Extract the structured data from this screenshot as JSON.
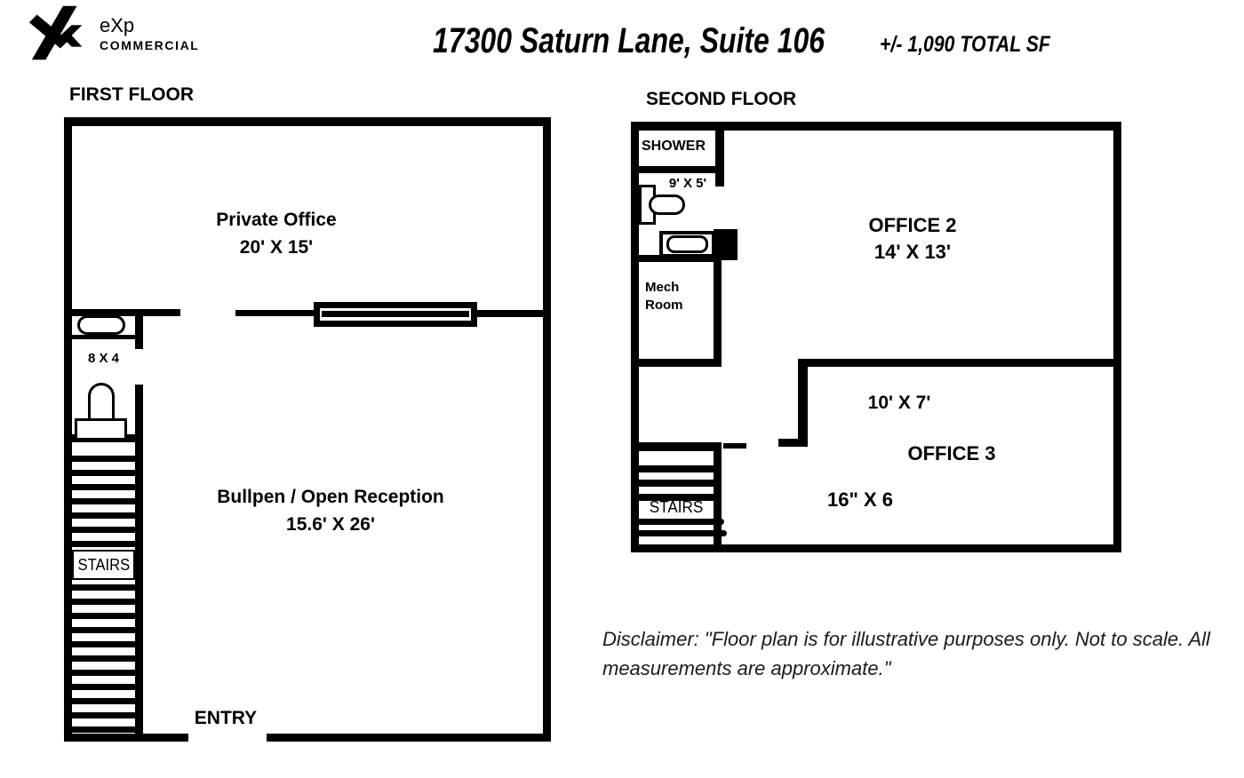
{
  "colors": {
    "ink": "#000000",
    "paper": "#ffffff"
  },
  "header": {
    "logo": {
      "brand": "eXp",
      "division": "COMMERCIAL"
    },
    "title": "17300 Saturn Lane, Suite 106",
    "total_size": "+/- 1,090 TOTAL SF"
  },
  "first_floor": {
    "title": "FIRST FLOOR",
    "private_office": {
      "name": "Private Office",
      "dims": "20' X 15'"
    },
    "restroom": {
      "dims": "8 X 4"
    },
    "bullpen": {
      "name": "Bullpen / Open Reception",
      "dims": "15.6' X 26'"
    },
    "stairs": "STAIRS",
    "entry": "ENTRY"
  },
  "second_floor": {
    "title": "SECOND FLOOR",
    "shower": "SHOWER",
    "restroom": {
      "dims": "9' X 5'"
    },
    "mech_room": {
      "line1": "Mech",
      "line2": "Room"
    },
    "office2": {
      "name": "OFFICE 2",
      "dims": "14' X 13'"
    },
    "nook": {
      "dims": "10' X 7'"
    },
    "office3": {
      "name": "OFFICE 3",
      "dims": "16\" X 6"
    },
    "stairs": "STAIRS"
  },
  "disclaimer": "Disclaimer:  \"Floor plan is for illustrative purposes only. Not to scale. All measurements are approximate.\""
}
